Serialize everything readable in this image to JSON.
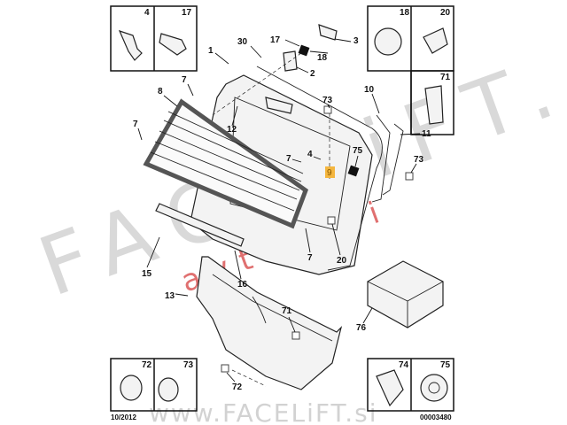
{
  "diagram": {
    "date_code": "10/2012",
    "diagram_number": "00003480",
    "highlight_color": "#f4b63f",
    "detail_boxes": {
      "top_left": [
        "4",
        "17"
      ],
      "top_right": [
        "18",
        "20",
        "71"
      ],
      "bottom_left": [
        "72",
        "73"
      ],
      "bottom_right": [
        "74",
        "75"
      ]
    },
    "callouts": [
      "17",
      "3",
      "30",
      "18",
      "1",
      "2",
      "7",
      "8",
      "73",
      "10",
      "12",
      "7",
      "11",
      "75",
      "7",
      "4",
      "73",
      "9",
      "7",
      "20",
      "15",
      "16",
      "13",
      "71",
      "76",
      "72"
    ],
    "highlighted_callout": "9"
  },
  "watermarks": {
    "brand": "FACELiFT.si",
    "sub": "avtodeli",
    "url": "www.FACELiFT.si"
  }
}
